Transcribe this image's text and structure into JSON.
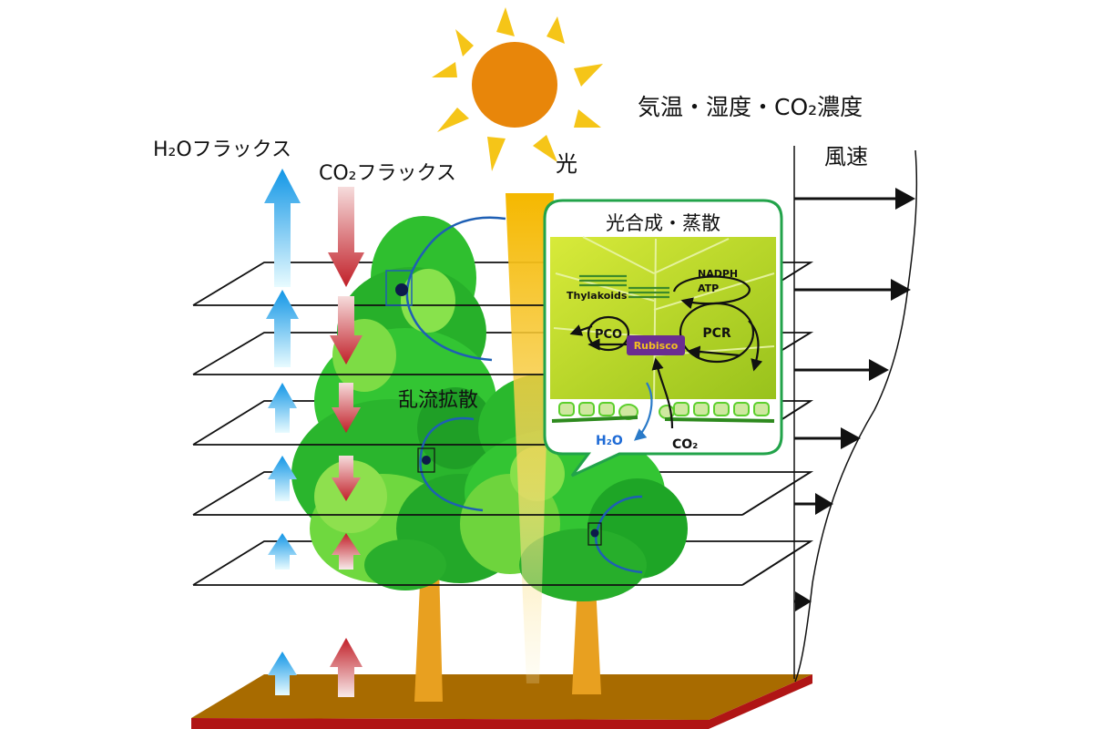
{
  "labels": {
    "light": "光",
    "air_conditions": "気温・湿度・CO₂濃度",
    "wind_speed": "風速",
    "h2o_flux": "H₂Oフラックス",
    "co2_flux": "CO₂フラックス",
    "turbulent_diffusion": "乱流拡散"
  },
  "inset": {
    "title": "光合成・蒸散",
    "nadph": "NADPH",
    "atp": "ATP",
    "thylakoids": "Thylakoids",
    "pco": "PCO",
    "pcr": "PCR",
    "rubisco": "Rubisco",
    "h2o": "H₂O",
    "co2": "CO₂"
  },
  "colors": {
    "sun": "#e8860a",
    "sun_rays": "#f5c518",
    "h2o_arrow": "#1aa3e8",
    "co2_arrow": "#c8252c",
    "ground": "#a86b00",
    "ground_edge": "#b01515",
    "inset_border": "#22a34a",
    "rubisco": "#6a2d91",
    "foliage": "#33cc33",
    "trunk": "#e8a020"
  }
}
